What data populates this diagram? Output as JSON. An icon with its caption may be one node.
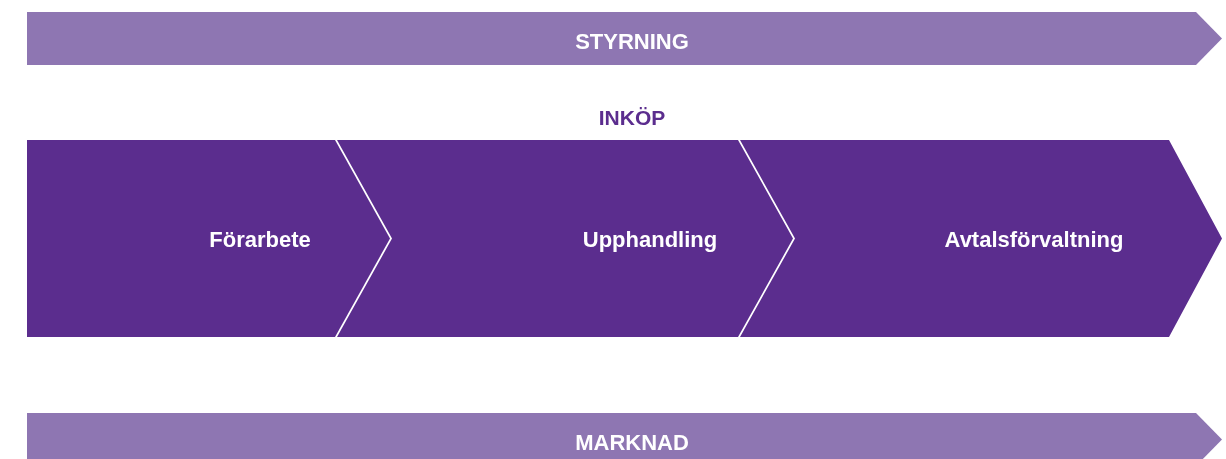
{
  "diagram": {
    "nodes": [
      {
        "text": [
          "STYRNING"
        ]
      },
      {
        "text": [
          "Förarbete"
        ]
      },
      {
        "text": [
          "Upphandling"
        ]
      },
      {
        "text": [
          "Avtalsförvaltning"
        ]
      },
      {
        "text": [
          "MARKNAD"
        ]
      }
    ],
    "labels": [
      "INKÖP"
    ]
  }
}
